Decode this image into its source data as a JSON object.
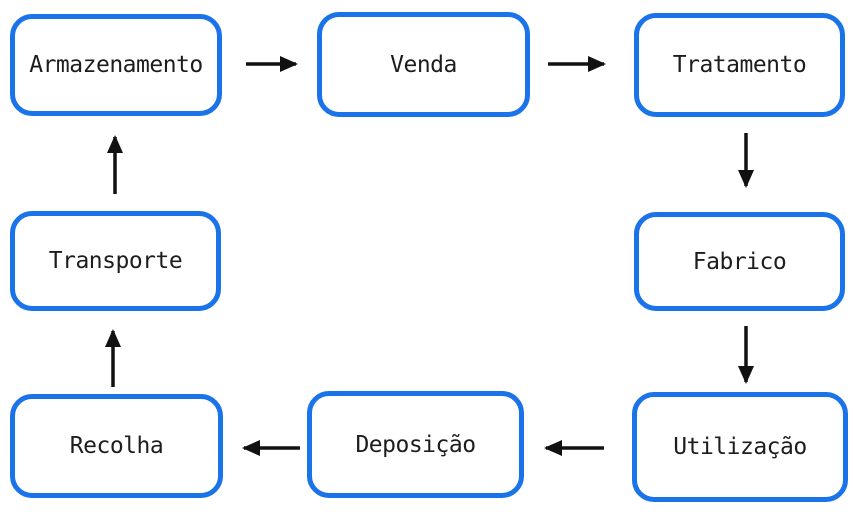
{
  "diagram": {
    "type": "flowchart-cycle",
    "title": "",
    "nodes": [
      {
        "id": "armazenamento",
        "label": "Armazenamento"
      },
      {
        "id": "venda",
        "label": "Venda"
      },
      {
        "id": "tratamento",
        "label": "Tratamento"
      },
      {
        "id": "fabrico",
        "label": "Fabrico"
      },
      {
        "id": "utilizacao",
        "label": "Utilização"
      },
      {
        "id": "deposicao",
        "label": "Deposição"
      },
      {
        "id": "recolha",
        "label": "Recolha"
      },
      {
        "id": "transporte",
        "label": "Transporte"
      }
    ],
    "edges": [
      {
        "from": "Armazenamento",
        "to": "Venda"
      },
      {
        "from": "Venda",
        "to": "Tratamento"
      },
      {
        "from": "Tratamento",
        "to": "Fabrico"
      },
      {
        "from": "Fabrico",
        "to": "Utilização"
      },
      {
        "from": "Utilização",
        "to": "Deposição"
      },
      {
        "from": "Deposição",
        "to": "Recolha"
      },
      {
        "from": "Recolha",
        "to": "Transporte"
      },
      {
        "from": "Transporte",
        "to": "Armazenamento"
      }
    ],
    "colors": {
      "node_border": "#1a73e8",
      "node_background": "#ffffff",
      "text": "#1d1d1d",
      "arrow": "#111111",
      "canvas_background": "#ffffff"
    }
  }
}
